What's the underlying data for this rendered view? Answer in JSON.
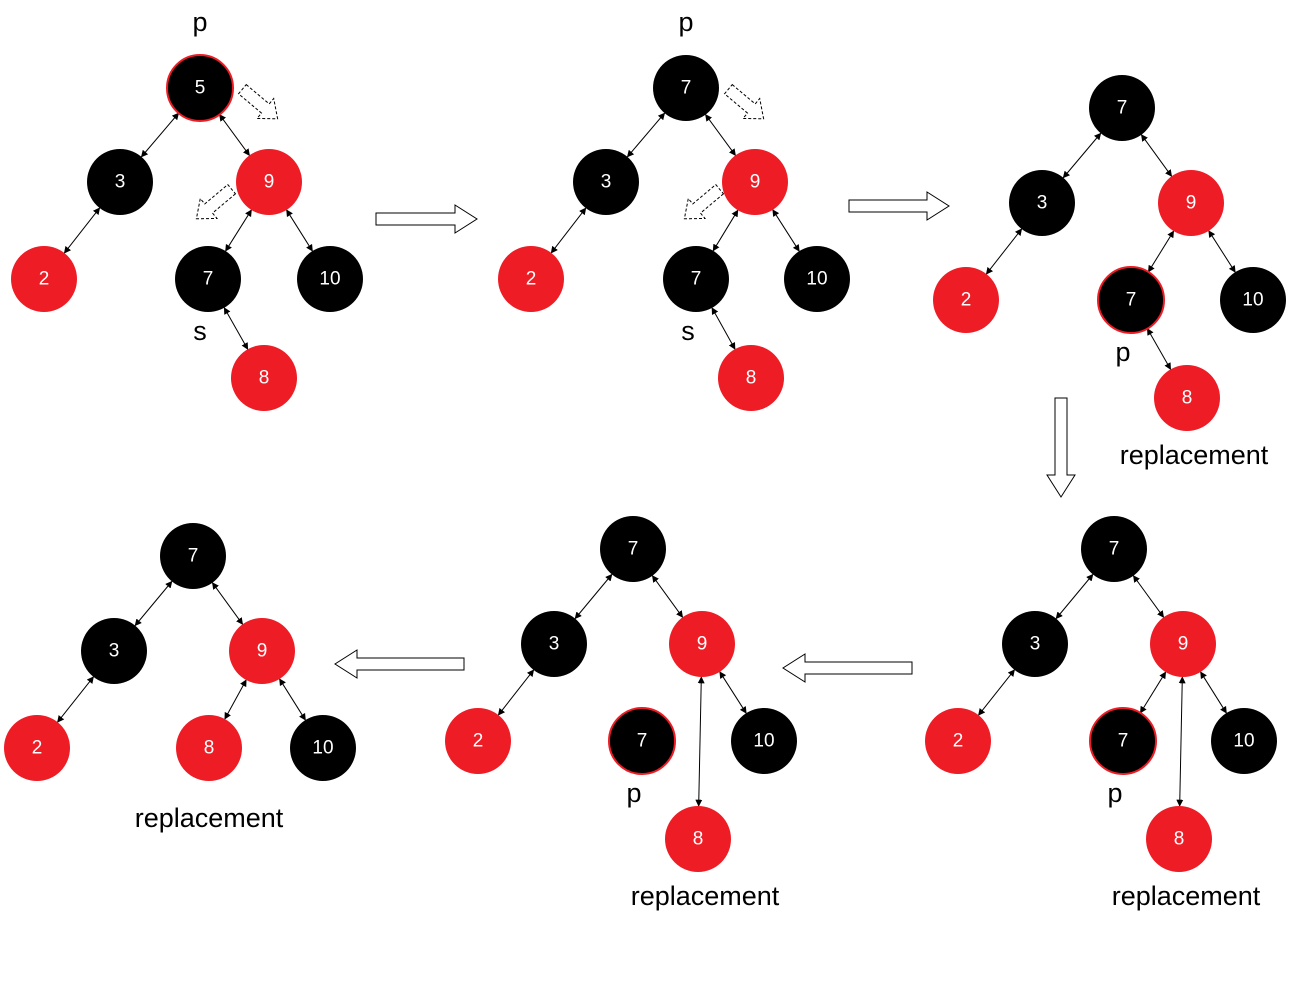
{
  "colors": {
    "red": "#ee1c25",
    "black": "#000000",
    "white": "#ffffff"
  },
  "trees": [
    {
      "id": "tree-1",
      "nodes": [
        {
          "id": "n5",
          "key": "5",
          "color": "black",
          "ring": "red"
        },
        {
          "id": "n3",
          "key": "3",
          "color": "black"
        },
        {
          "id": "n9",
          "key": "9",
          "color": "red"
        },
        {
          "id": "n2",
          "key": "2",
          "color": "red"
        },
        {
          "id": "n7",
          "key": "7",
          "color": "black"
        },
        {
          "id": "n10",
          "key": "10",
          "color": "black"
        },
        {
          "id": "n8",
          "key": "8",
          "color": "red"
        }
      ],
      "edges": [
        [
          "n5",
          "n3"
        ],
        [
          "n5",
          "n9"
        ],
        [
          "n3",
          "n2"
        ],
        [
          "n9",
          "n7"
        ],
        [
          "n9",
          "n10"
        ],
        [
          "n7",
          "n8"
        ]
      ],
      "labels": [
        {
          "node": "n5",
          "text": "p",
          "pos": "above"
        },
        {
          "node": "n7",
          "text": "s",
          "pos": "below-left"
        }
      ]
    },
    {
      "id": "tree-2",
      "nodes": [
        {
          "id": "n7",
          "key": "7",
          "color": "black"
        },
        {
          "id": "n3",
          "key": "3",
          "color": "black"
        },
        {
          "id": "n9",
          "key": "9",
          "color": "red"
        },
        {
          "id": "n2",
          "key": "2",
          "color": "red"
        },
        {
          "id": "n7b",
          "key": "7",
          "color": "black"
        },
        {
          "id": "n10",
          "key": "10",
          "color": "black"
        },
        {
          "id": "n8",
          "key": "8",
          "color": "red"
        }
      ],
      "edges": [
        [
          "n7",
          "n3"
        ],
        [
          "n7",
          "n9"
        ],
        [
          "n3",
          "n2"
        ],
        [
          "n9",
          "n7b"
        ],
        [
          "n9",
          "n10"
        ],
        [
          "n7b",
          "n8"
        ]
      ],
      "labels": [
        {
          "node": "n7",
          "text": "p",
          "pos": "above"
        },
        {
          "node": "n7b",
          "text": "s",
          "pos": "below-left"
        }
      ]
    },
    {
      "id": "tree-3",
      "nodes": [
        {
          "id": "n7",
          "key": "7",
          "color": "black"
        },
        {
          "id": "n3",
          "key": "3",
          "color": "black"
        },
        {
          "id": "n9",
          "key": "9",
          "color": "red"
        },
        {
          "id": "n2",
          "key": "2",
          "color": "red"
        },
        {
          "id": "n7b",
          "key": "7",
          "color": "black",
          "ring": "red"
        },
        {
          "id": "n10",
          "key": "10",
          "color": "black"
        },
        {
          "id": "n8",
          "key": "8",
          "color": "red"
        }
      ],
      "edges": [
        [
          "n7",
          "n3"
        ],
        [
          "n7",
          "n9"
        ],
        [
          "n3",
          "n2"
        ],
        [
          "n9",
          "n7b"
        ],
        [
          "n9",
          "n10"
        ],
        [
          "n7b",
          "n8"
        ]
      ],
      "labels": [
        {
          "node": "n7b",
          "text": "p",
          "pos": "below-left"
        },
        {
          "node": "n8",
          "text": "replacement",
          "pos": "below"
        }
      ]
    },
    {
      "id": "tree-4",
      "nodes": [
        {
          "id": "n7",
          "key": "7",
          "color": "black"
        },
        {
          "id": "n3",
          "key": "3",
          "color": "black"
        },
        {
          "id": "n9",
          "key": "9",
          "color": "red"
        },
        {
          "id": "n2",
          "key": "2",
          "color": "red"
        },
        {
          "id": "n7b",
          "key": "7",
          "color": "black",
          "ring": "red"
        },
        {
          "id": "n10",
          "key": "10",
          "color": "black"
        },
        {
          "id": "n8",
          "key": "8",
          "color": "red"
        }
      ],
      "edges": [
        [
          "n7",
          "n3"
        ],
        [
          "n7",
          "n9"
        ],
        [
          "n3",
          "n2"
        ],
        [
          "n9",
          "n7b"
        ],
        [
          "n9",
          "n10"
        ],
        [
          "n9",
          "n8"
        ]
      ],
      "labels": [
        {
          "node": "n7b",
          "text": "p",
          "pos": "below-left"
        },
        {
          "node": "n8",
          "text": "replacement",
          "pos": "below"
        }
      ]
    },
    {
      "id": "tree-5",
      "nodes": [
        {
          "id": "n7",
          "key": "7",
          "color": "black"
        },
        {
          "id": "n3",
          "key": "3",
          "color": "black"
        },
        {
          "id": "n9",
          "key": "9",
          "color": "red"
        },
        {
          "id": "n2",
          "key": "2",
          "color": "red"
        },
        {
          "id": "n7b",
          "key": "7",
          "color": "black",
          "ring": "red"
        },
        {
          "id": "n10",
          "key": "10",
          "color": "black"
        },
        {
          "id": "n8",
          "key": "8",
          "color": "red"
        }
      ],
      "edges": [
        [
          "n7",
          "n3"
        ],
        [
          "n7",
          "n9"
        ],
        [
          "n3",
          "n2"
        ],
        [
          "n9",
          "n10"
        ],
        [
          "n9",
          "n8"
        ]
      ],
      "labels": [
        {
          "node": "n7b",
          "text": "p",
          "pos": "below-left"
        },
        {
          "node": "n8",
          "text": "replacement",
          "pos": "below"
        }
      ]
    },
    {
      "id": "tree-6",
      "nodes": [
        {
          "id": "n7",
          "key": "7",
          "color": "black"
        },
        {
          "id": "n3",
          "key": "3",
          "color": "black"
        },
        {
          "id": "n9",
          "key": "9",
          "color": "red"
        },
        {
          "id": "n2",
          "key": "2",
          "color": "red"
        },
        {
          "id": "n8",
          "key": "8",
          "color": "red"
        },
        {
          "id": "n10",
          "key": "10",
          "color": "black"
        }
      ],
      "edges": [
        [
          "n7",
          "n3"
        ],
        [
          "n7",
          "n9"
        ],
        [
          "n3",
          "n2"
        ],
        [
          "n9",
          "n8"
        ],
        [
          "n9",
          "n10"
        ]
      ],
      "labels": [
        {
          "node": "n8",
          "text": "replacement",
          "pos": "below-wide"
        }
      ]
    }
  ],
  "flow": [
    {
      "from": "tree-1",
      "to": "tree-2",
      "direction": "right"
    },
    {
      "from": "tree-2",
      "to": "tree-3",
      "direction": "right"
    },
    {
      "from": "tree-3",
      "to": "tree-4",
      "direction": "down"
    },
    {
      "from": "tree-4",
      "to": "tree-5",
      "direction": "left"
    },
    {
      "from": "tree-5",
      "to": "tree-6",
      "direction": "left"
    }
  ],
  "rotation_hints": [
    {
      "tree": "tree-1",
      "near": "n5",
      "direction": "down-right"
    },
    {
      "tree": "tree-1",
      "near": "n9",
      "direction": "down-left"
    },
    {
      "tree": "tree-2",
      "near": "n7",
      "direction": "down-right"
    },
    {
      "tree": "tree-2",
      "near": "n9",
      "direction": "down-left"
    }
  ]
}
